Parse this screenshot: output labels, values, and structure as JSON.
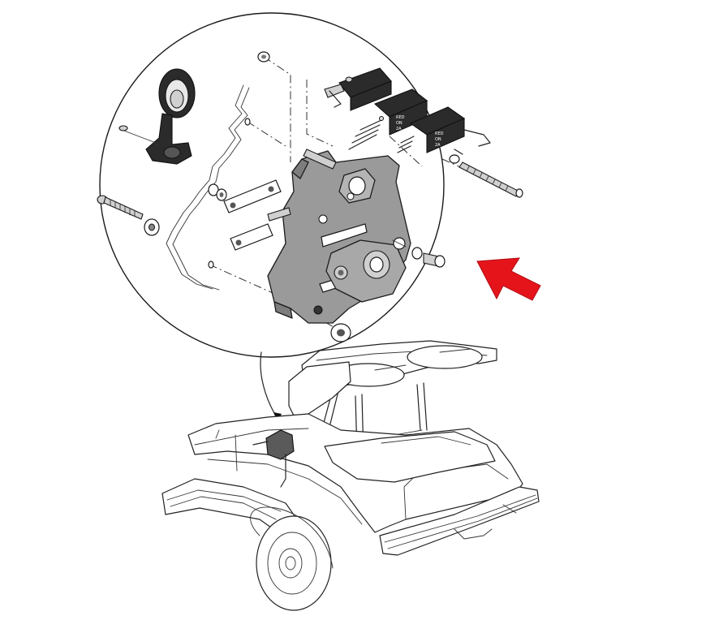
{
  "figure": {
    "colors": {
      "accent_arrow": "#e5141b",
      "housing_gray": "#9a9a9a",
      "line": "#222222",
      "background": "#ffffff"
    },
    "switch_markings": {
      "line1": "RED",
      "line2": "ON",
      "line3": "2A"
    }
  }
}
